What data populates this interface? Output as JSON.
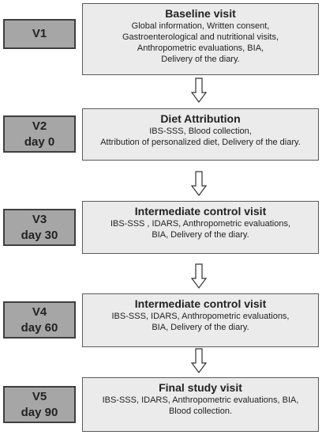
{
  "visits": [
    {
      "code": "V1",
      "day": "",
      "title": "Baseline visit",
      "lines": [
        "Global information, Written consent,",
        "Gastroenterological and nutritional visits,",
        "Anthropometric evaluations, BIA,",
        "Delivery of the diary."
      ]
    },
    {
      "code": "V2",
      "day": "day 0",
      "title": "Diet Attribution",
      "lines": [
        "IBS-SSS, Blood collection,",
        "Attribution of personalized diet, Delivery of the diary."
      ]
    },
    {
      "code": "V3",
      "day": "day 30",
      "title": "Intermediate control visit",
      "lines": [
        "IBS-SSS , IDARS, Anthropometric evaluations,",
        "BIA, Delivery of the diary."
      ]
    },
    {
      "code": "V4",
      "day": "day 60",
      "title": "Intermediate control visit",
      "lines": [
        "IBS-SSS, IDARS, Anthropometric evaluations,",
        "BIA, Delivery of the diary."
      ]
    },
    {
      "code": "V5",
      "day": "day 90",
      "title": "Final study visit",
      "lines": [
        "IBS-SSS, IDARS, Anthropometric evaluations, BIA,",
        "Blood collection."
      ]
    }
  ],
  "colors": {
    "label_fill": "#a6a6a6",
    "label_border": "#3f3f3f",
    "box_fill": "#ebebeb",
    "box_border": "#5a5a5a",
    "text": "#222222"
  }
}
